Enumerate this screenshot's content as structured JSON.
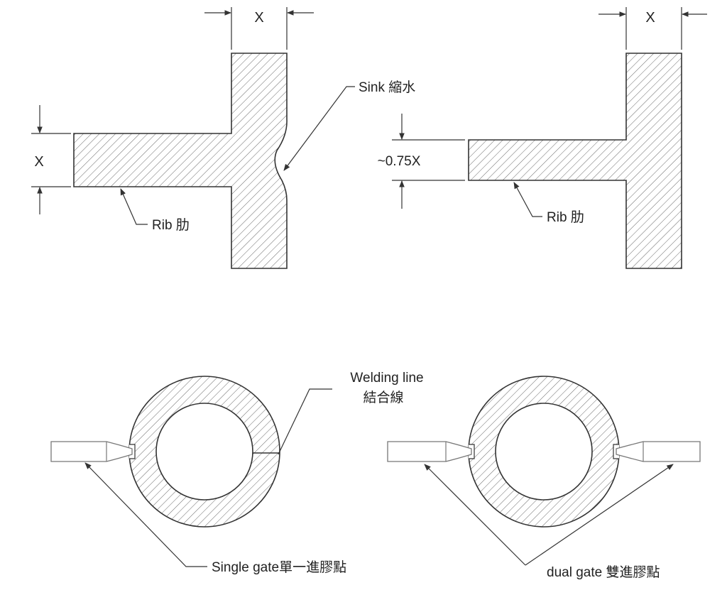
{
  "colors": {
    "stroke": "#333333",
    "hatch": "#555555",
    "gate_outline": "#777777"
  },
  "top_left": {
    "dim_top": "X",
    "dim_left": "X",
    "sink_label": "Sink 縮水",
    "rib_label": "Rib 肋"
  },
  "top_right": {
    "dim_top": "X",
    "dim_left": "~0.75X",
    "rib_label": "Rib 肋"
  },
  "bottom_left": {
    "weld_label_line1": "Welding line",
    "weld_label_line2": "結合線",
    "gate_label": "Single gate單一進膠點"
  },
  "bottom_right": {
    "gate_label": "dual gate 雙進膠點"
  }
}
